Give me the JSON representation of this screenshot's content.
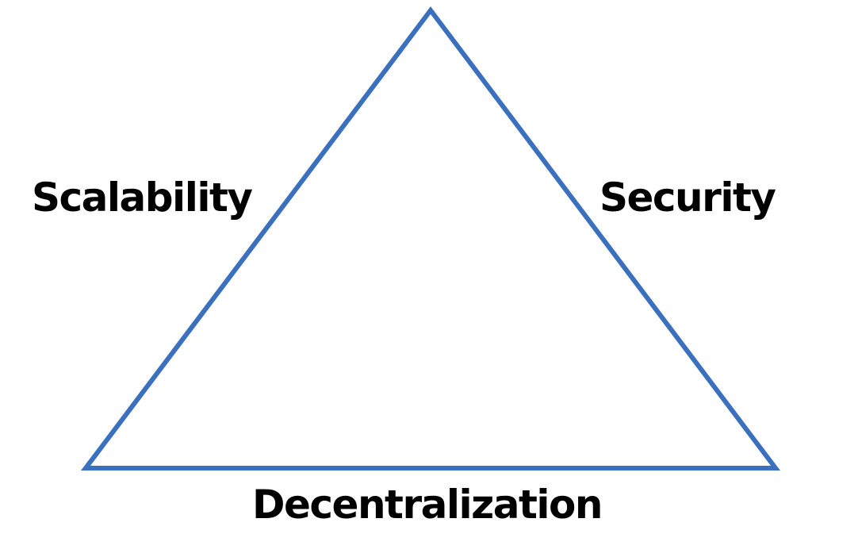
{
  "diagram": {
    "labels": {
      "left": "Scalability",
      "right": "Security",
      "bottom": "Decentralization"
    },
    "colors": {
      "triangle_stroke": "#3a70bd",
      "text": "#000000",
      "background": "#ffffff"
    }
  }
}
